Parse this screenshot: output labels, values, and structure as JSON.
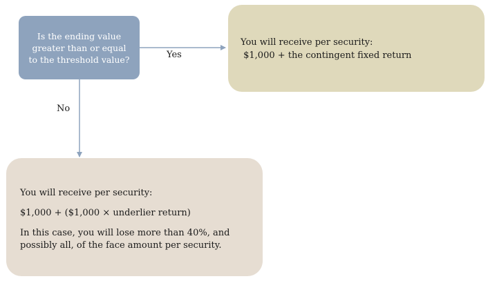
{
  "decision": {
    "lines": [
      "Is the ending value",
      "greater than or equal",
      "to the threshold value?"
    ]
  },
  "yes_branch": {
    "label": "Yes",
    "lines": [
      "You will receive per security:",
      " $1,000 + the contingent fixed return"
    ]
  },
  "no_branch": {
    "label": "No",
    "intro": "You will receive per security:",
    "formula": "$1,000 + ($1,000 × underlier return)",
    "note": "In this case, you will lose more than 40%, and possibly all, of the face amount per security."
  },
  "colors": {
    "decision_fill": "#8ea3bd",
    "yes_fill": "#dfd9bb",
    "no_fill": "#e6ddd2",
    "connector": "#8ea3bd"
  }
}
